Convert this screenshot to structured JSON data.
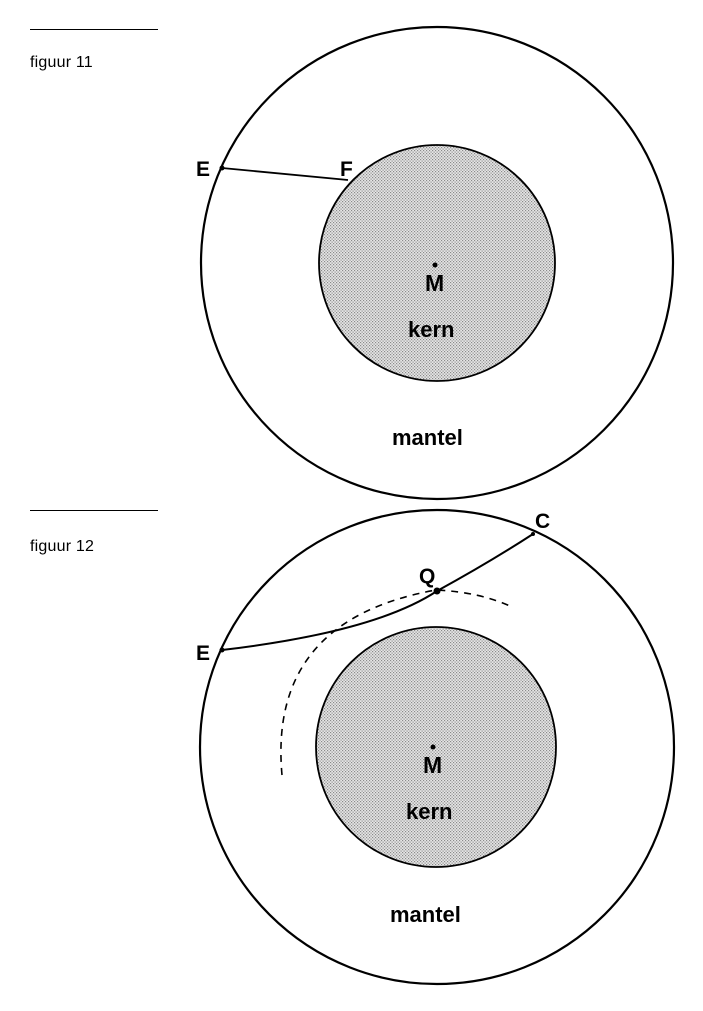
{
  "figures": [
    {
      "caption": "figuur 11",
      "labels": {
        "E": "E",
        "F": "F",
        "M": "M",
        "core": "kern",
        "mantle": "mantel"
      }
    },
    {
      "caption": "figuur 12",
      "labels": {
        "E": "E",
        "C": "C",
        "Q": "Q",
        "M": "M",
        "core": "kern",
        "mantle": "mantel"
      }
    }
  ],
  "colors": {
    "line": "#000000",
    "core_fill": "#d2d2d2"
  }
}
